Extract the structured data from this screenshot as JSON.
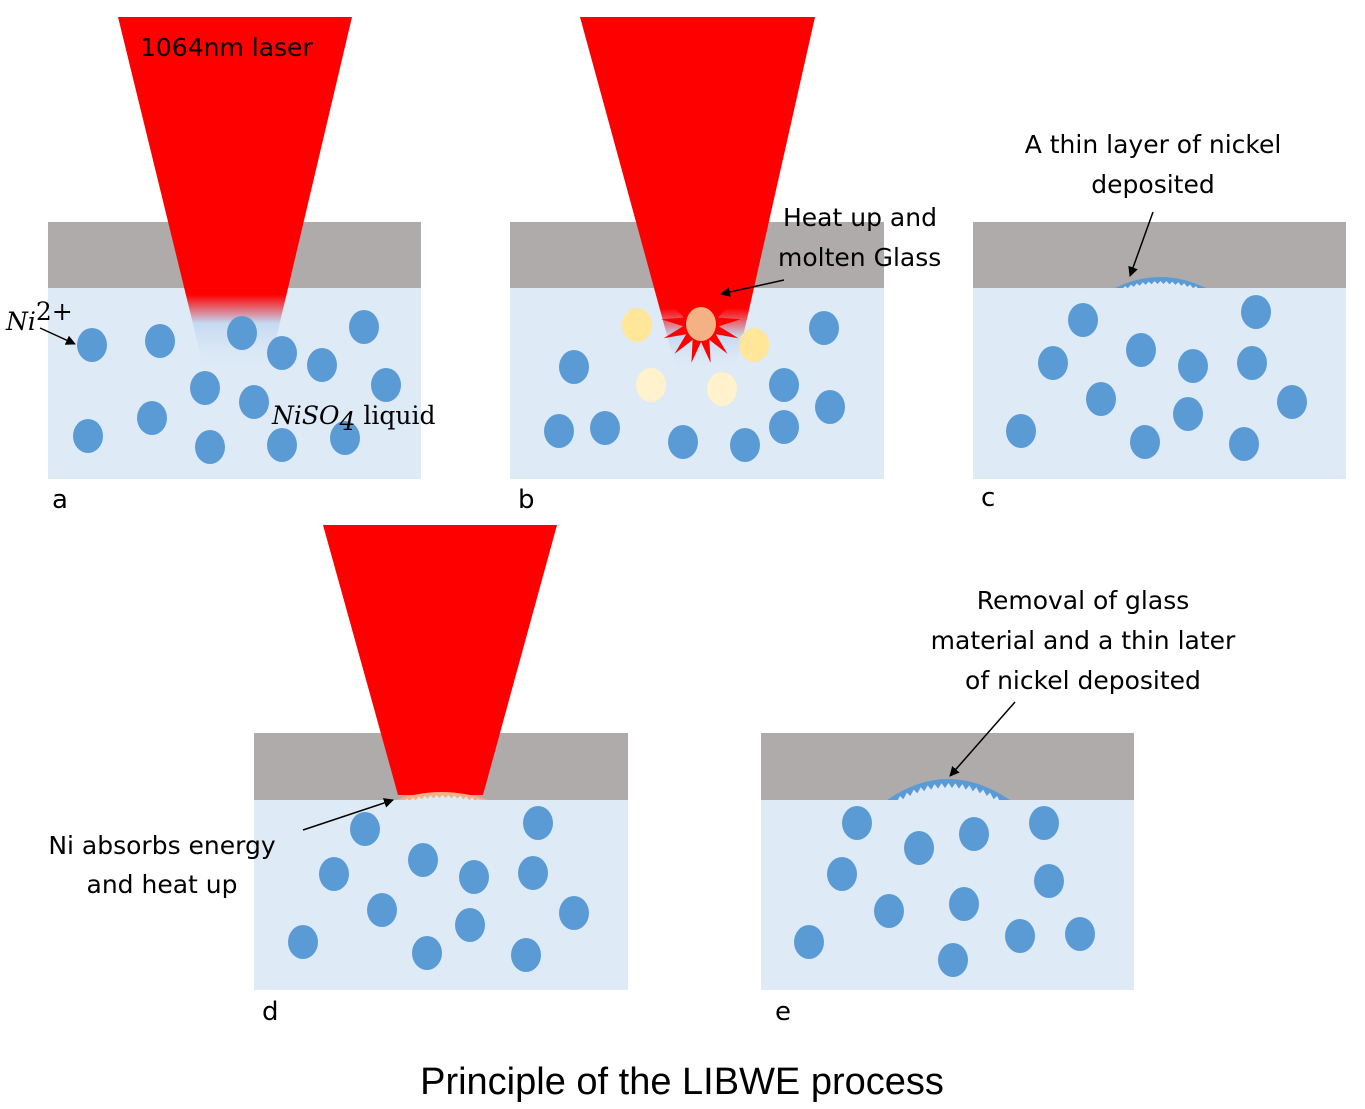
{
  "title": "Principle of the LIBWE process",
  "colors": {
    "glass": "#afabab",
    "liquid": "#deeaf6",
    "ion": "#5b9bd5",
    "laser": "#ff0000",
    "hot_particle": "#ffe699",
    "warm_particle": "#fff2cc",
    "molten_core": "#f4b183",
    "nickel_layer": "#5b9bd5",
    "heated_nickel": "#f4b183"
  },
  "panels": [
    {
      "id": "a",
      "label": "a",
      "laser": true,
      "laser_label": "1064nm laser",
      "ion_label": {
        "base": "Ni",
        "sup": "2+"
      },
      "liquid_label": {
        "formula_base": "NiSO",
        "formula_sub": "4",
        "suffix": " liquid"
      }
    },
    {
      "id": "b",
      "label": "b",
      "laser": true,
      "annotation": [
        "Heat up and",
        "molten Glass"
      ]
    },
    {
      "id": "c",
      "label": "c",
      "laser": false,
      "annotation": [
        "A thin layer of nickel",
        "deposited"
      ]
    },
    {
      "id": "d",
      "label": "d",
      "laser": true,
      "annotation": [
        "Ni absorbs energy",
        "and heat up"
      ]
    },
    {
      "id": "e",
      "label": "e",
      "laser": false,
      "annotation": [
        "Removal of glass",
        "material and a thin later",
        "of nickel deposited"
      ]
    }
  ]
}
